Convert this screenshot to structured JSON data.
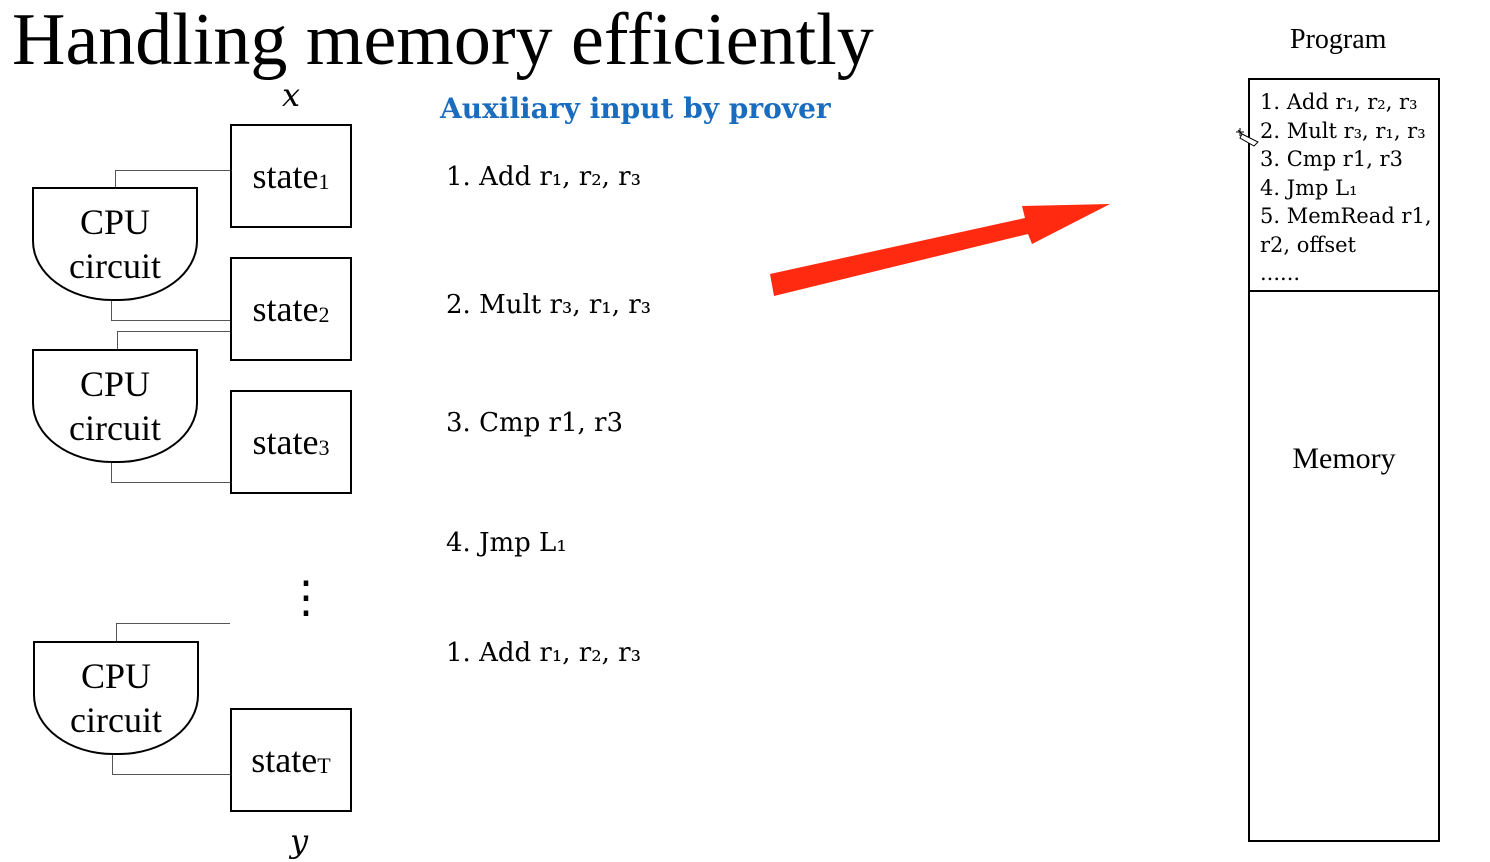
{
  "title": "Handling memory efficiently",
  "input_var": "x",
  "output_var": "y",
  "cpu_blocks": [
    {
      "line1": "CPU",
      "line2": "circuit"
    },
    {
      "line1": "CPU",
      "line2": "circuit"
    },
    {
      "line1": "CPU",
      "line2": "circuit"
    }
  ],
  "states": [
    {
      "base": "state",
      "sub": "1"
    },
    {
      "base": "state",
      "sub": "2"
    },
    {
      "base": "state",
      "sub": "3"
    },
    {
      "base": "state",
      "sub": "T"
    }
  ],
  "ellipsis": "⋮",
  "aux_heading": "Auxiliary input by prover",
  "aux_instructions": [
    "1. Add r₁, r₂, r₃",
    "2. Mult r₃, r₁, r₃",
    "3. Cmp r1, r3",
    "4. Jmp L₁",
    "1. Add r₁, r₂, r₃"
  ],
  "program_label": "Program",
  "program_lines": [
    "1. Add r₁, r₂, r₃",
    "2. Mult r₃, r₁, r₃",
    "3. Cmp r1, r3",
    "4. Jmp L₁",
    "5. MemRead r1,",
    "r2, offset",
    "......"
  ],
  "memory_label": "Memory",
  "colors": {
    "arrow": "#ff2a10",
    "aux_heading": "#1a6cbf"
  }
}
